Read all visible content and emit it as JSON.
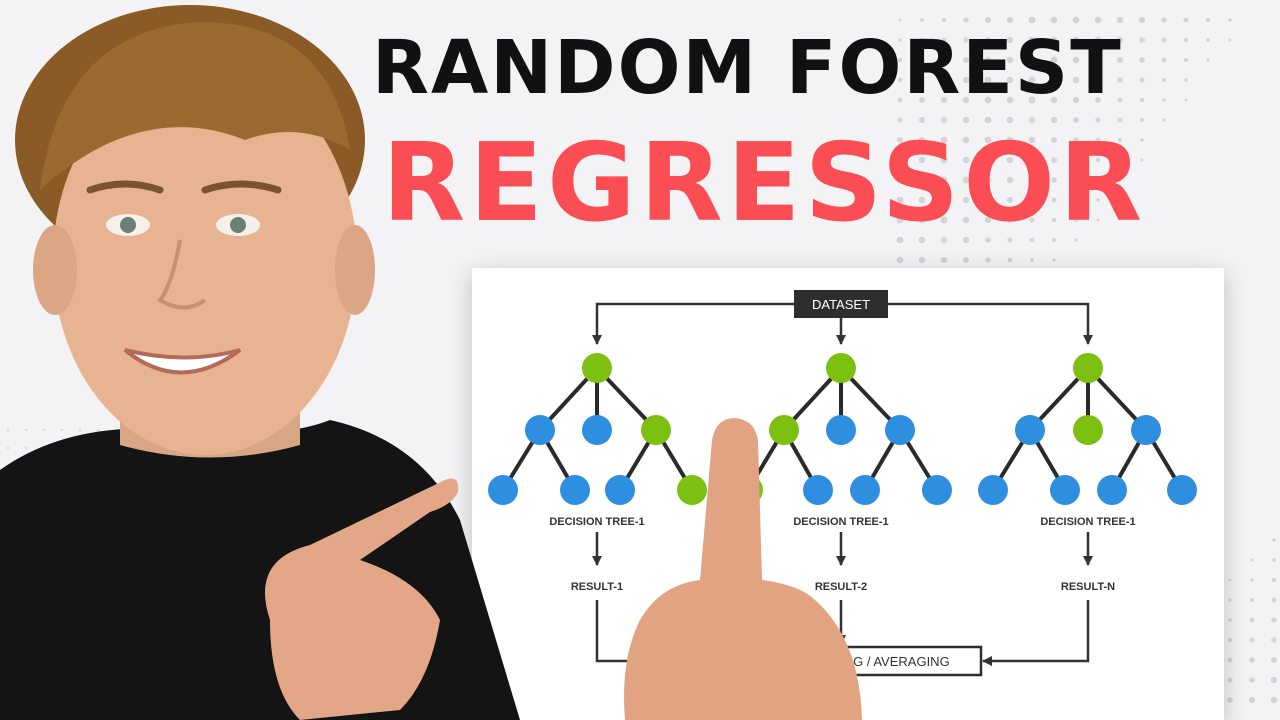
{
  "title": {
    "line1": "RANDOM FOREST",
    "line2": "REGRESSOR",
    "line2_color": "#fb4d54"
  },
  "diagram": {
    "dataset_label": "DATASET",
    "trees": [
      {
        "name": "DECISION TREE-1",
        "result": "RESULT-1"
      },
      {
        "name": "DECISION TREE-1",
        "result": "RESULT-2"
      },
      {
        "name": "DECISION TREE-1",
        "result": "RESULT-N"
      }
    ],
    "output_label": "MAJORITY VOTING / AVERAGING",
    "colors": {
      "green": "#7cc011",
      "blue": "#2e8ee0",
      "line": "#333333",
      "box": "#2e2e2e"
    }
  }
}
